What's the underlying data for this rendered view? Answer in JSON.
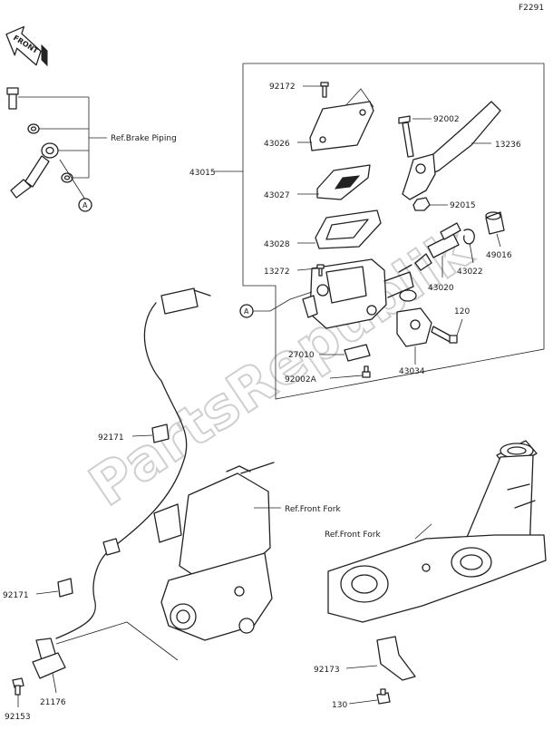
{
  "figure_code": "F2291",
  "front_label": "FRONT",
  "watermark": "PartsRepublik",
  "references": {
    "brake_piping": "Ref.Brake Piping",
    "front_fork_upper": "Ref.Front Fork",
    "front_fork_lower": "Ref.Front Fork"
  },
  "callout_marker": "A",
  "part_numbers": {
    "p92172": "92172",
    "p92002": "92002",
    "p13236": "13236",
    "p43026": "43026",
    "p43015": "43015",
    "p43027": "43027",
    "p92015": "92015",
    "p43028": "43028",
    "p49016": "49016",
    "p43022": "43022",
    "p13272": "13272",
    "p43020": "43020",
    "p120": "120",
    "p27010": "27010",
    "p92002A": "92002A",
    "p43034": "43034",
    "p92171a": "92171",
    "p92171b": "92171",
    "p21176": "21176",
    "p92153": "92153",
    "p92173": "92173",
    "p130": "130"
  },
  "colors": {
    "line": "#222222",
    "watermark": "#cfcfcf",
    "background": "#ffffff"
  }
}
